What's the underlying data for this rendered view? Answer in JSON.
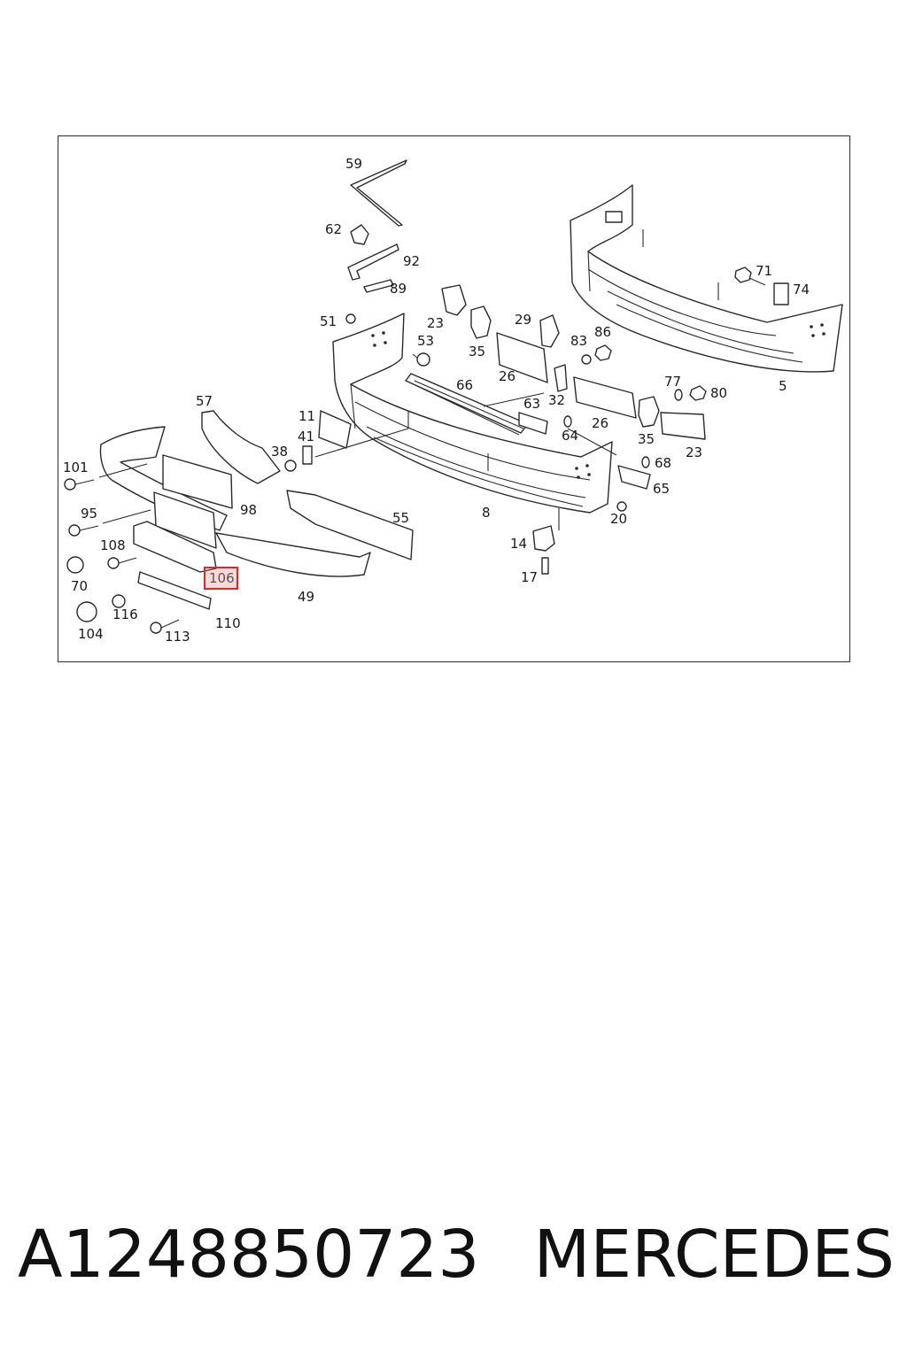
{
  "diagram": {
    "callouts": [
      {
        "id": "59",
        "text": "59"
      },
      {
        "id": "62",
        "text": "62"
      },
      {
        "id": "92",
        "text": "92"
      },
      {
        "id": "89",
        "text": "89"
      },
      {
        "id": "51",
        "text": "51"
      },
      {
        "id": "23a",
        "text": "23"
      },
      {
        "id": "53",
        "text": "53"
      },
      {
        "id": "35a",
        "text": "35"
      },
      {
        "id": "29",
        "text": "29"
      },
      {
        "id": "83",
        "text": "83"
      },
      {
        "id": "86",
        "text": "86"
      },
      {
        "id": "71",
        "text": "71"
      },
      {
        "id": "74",
        "text": "74"
      },
      {
        "id": "66",
        "text": "66"
      },
      {
        "id": "26a",
        "text": "26"
      },
      {
        "id": "5",
        "text": "5"
      },
      {
        "id": "57",
        "text": "57"
      },
      {
        "id": "11",
        "text": "11"
      },
      {
        "id": "41",
        "text": "41"
      },
      {
        "id": "63",
        "text": "63"
      },
      {
        "id": "32",
        "text": "32"
      },
      {
        "id": "77",
        "text": "77"
      },
      {
        "id": "80",
        "text": "80"
      },
      {
        "id": "26b",
        "text": "26"
      },
      {
        "id": "64",
        "text": "64"
      },
      {
        "id": "35b",
        "text": "35"
      },
      {
        "id": "23b",
        "text": "23"
      },
      {
        "id": "101",
        "text": "101"
      },
      {
        "id": "38",
        "text": "38"
      },
      {
        "id": "68",
        "text": "68"
      },
      {
        "id": "65",
        "text": "65"
      },
      {
        "id": "98",
        "text": "98"
      },
      {
        "id": "95",
        "text": "95"
      },
      {
        "id": "55",
        "text": "55"
      },
      {
        "id": "8",
        "text": "8"
      },
      {
        "id": "20",
        "text": "20"
      },
      {
        "id": "108",
        "text": "108"
      },
      {
        "id": "14",
        "text": "14"
      },
      {
        "id": "106",
        "text": "106"
      },
      {
        "id": "70",
        "text": "70"
      },
      {
        "id": "49",
        "text": "49"
      },
      {
        "id": "17",
        "text": "17"
      },
      {
        "id": "116",
        "text": "116"
      },
      {
        "id": "110",
        "text": "110"
      },
      {
        "id": "104",
        "text": "104"
      },
      {
        "id": "113",
        "text": "113"
      }
    ],
    "highlight_color": "#d92b2b"
  },
  "caption": {
    "part_number": "A1248850723",
    "brand": "MERCEDES"
  }
}
